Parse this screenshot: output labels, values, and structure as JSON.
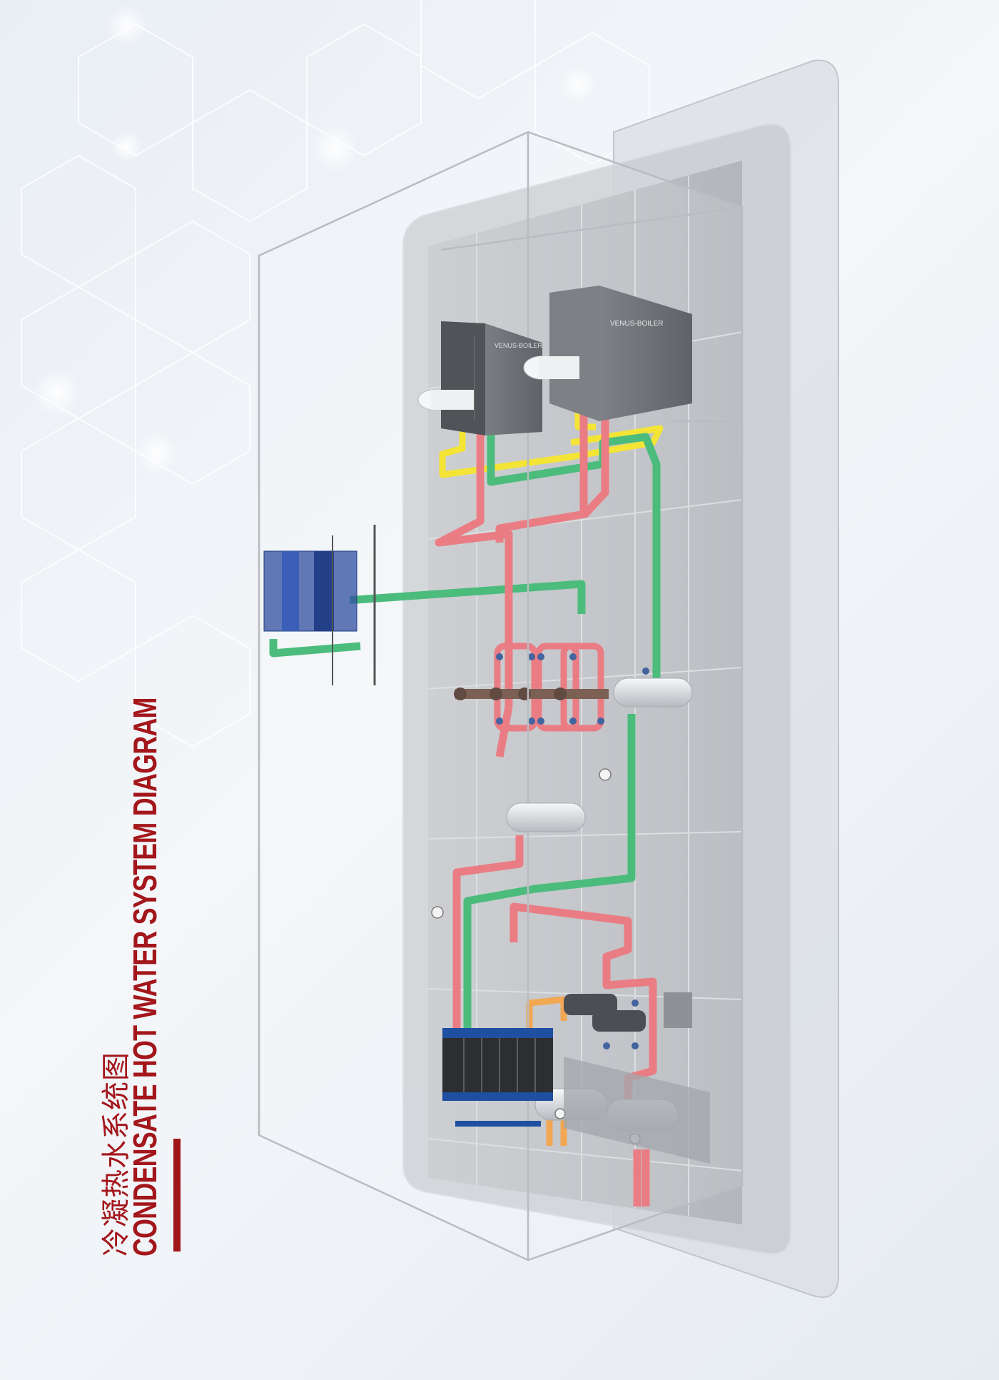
{
  "title": {
    "chinese": "冷凝热水系统图",
    "english": "CONDENSATE HOT WATER SYSTEM DIAGRAM"
  },
  "boilers": [
    {
      "brand_label": "VENUS-BOILER"
    },
    {
      "brand_label": "VENUS-BOILER"
    }
  ],
  "colors": {
    "accent": "#a3161b",
    "hot_pipe": "#e76b74",
    "return_pipe": "#33b36a",
    "gas_pipe": "#f2e11b",
    "drain_pipe": "#f19b3c",
    "heat_exchanger_frame": "#1f4fa0"
  }
}
